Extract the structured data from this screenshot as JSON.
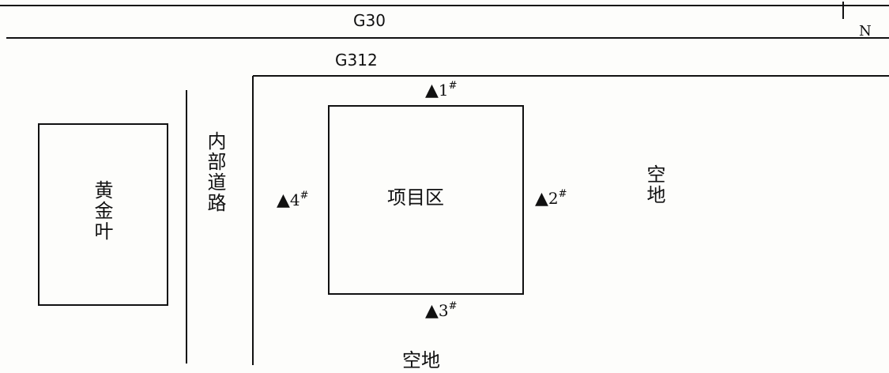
{
  "roads": {
    "g30": "G30",
    "g312": "G312",
    "inner_road": "内部道路"
  },
  "north_label": "N",
  "areas": {
    "gold_leaf": "黄金叶",
    "project_area": "项目区",
    "empty_east": "空地",
    "empty_south": "空地"
  },
  "monitoring_points": [
    {
      "symbol": "▲",
      "id": "1",
      "mark": "#"
    },
    {
      "symbol": "▲",
      "id": "2",
      "mark": "#"
    },
    {
      "symbol": "▲",
      "id": "3",
      "mark": "#"
    },
    {
      "symbol": "▲",
      "id": "4",
      "mark": "#"
    }
  ]
}
